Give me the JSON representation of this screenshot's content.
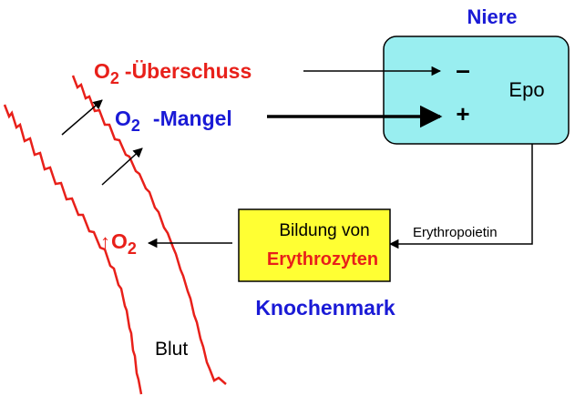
{
  "colors": {
    "red": "#e8201a",
    "blue": "#1a1ad6",
    "kidney_fill": "#99eef0",
    "marrow_fill": "#ffff33",
    "black": "#000000"
  },
  "kidney": {
    "title": "Niere",
    "minus": "–",
    "plus": "+",
    "hormone": "Epo"
  },
  "oxygen_excess": {
    "symbol": "O",
    "subscript": "2",
    "label": "-Überschuss"
  },
  "oxygen_deficit": {
    "symbol": "O",
    "subscript": "2",
    "label": "-Mangel"
  },
  "oxygen_up": {
    "arrow": "↑",
    "symbol": "O",
    "subscript": "2"
  },
  "erythropoietin_label": "Erythropoietin",
  "marrow": {
    "line1": "Bildung von",
    "line2": "Erythrozyten",
    "title": "Knochenmark"
  },
  "blood_label": "Blut"
}
